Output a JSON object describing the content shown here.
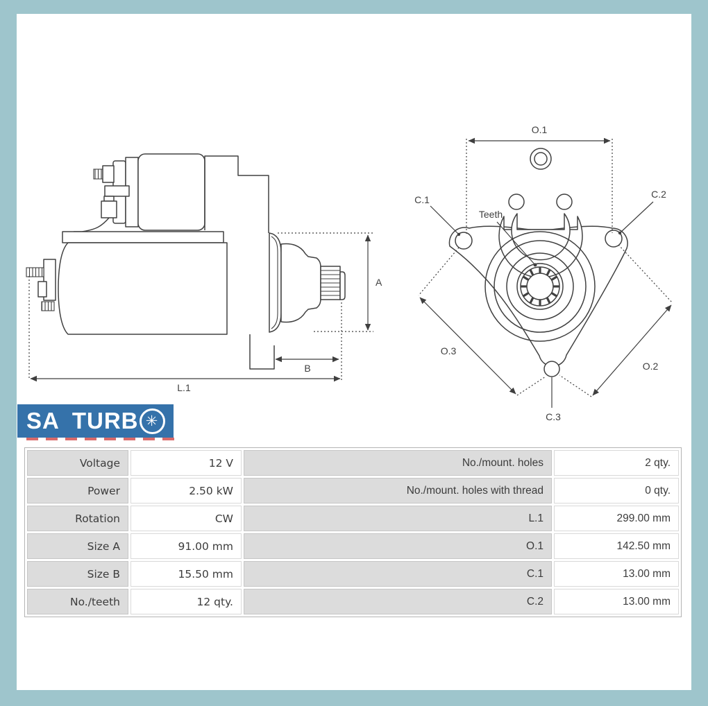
{
  "brand": {
    "name_part1": "SA",
    "name_part2": "TURB",
    "wheel_icon_glyph": "✳"
  },
  "colors": {
    "frame": "#9ec5cc",
    "logo_background": "#3572aa",
    "drawing_line": "#404040",
    "table_label_background": "#dcdcdc",
    "red_marks": "#d96a6a"
  },
  "diagram": {
    "side_view_labels": {
      "a": "A",
      "b": "B",
      "l1": "L.1"
    },
    "front_view_labels": {
      "o1": "O.1",
      "o2": "O.2",
      "o3": "O.3",
      "c1": "C.1",
      "c2": "C.2",
      "c3": "C.3",
      "teeth": "Teeth"
    }
  },
  "table": {
    "rows": [
      {
        "l_label": "Voltage",
        "l_value": "12 V",
        "r_label": "No./mount. holes",
        "r_value": "2 qty."
      },
      {
        "l_label": "Power",
        "l_value": "2.50 kW",
        "r_label": "No./mount. holes with thread",
        "r_value": "0 qty."
      },
      {
        "l_label": "Rotation",
        "l_value": "CW",
        "r_label": "L.1",
        "r_value": "299.00 mm"
      },
      {
        "l_label": "Size A",
        "l_value": "91.00 mm",
        "r_label": "O.1",
        "r_value": "142.50 mm"
      },
      {
        "l_label": "Size B",
        "l_value": "15.50 mm",
        "r_label": "C.1",
        "r_value": "13.00 mm"
      },
      {
        "l_label": "No./teeth",
        "l_value": "12 qty.",
        "r_label": "C.2",
        "r_value": "13.00 mm"
      }
    ]
  }
}
